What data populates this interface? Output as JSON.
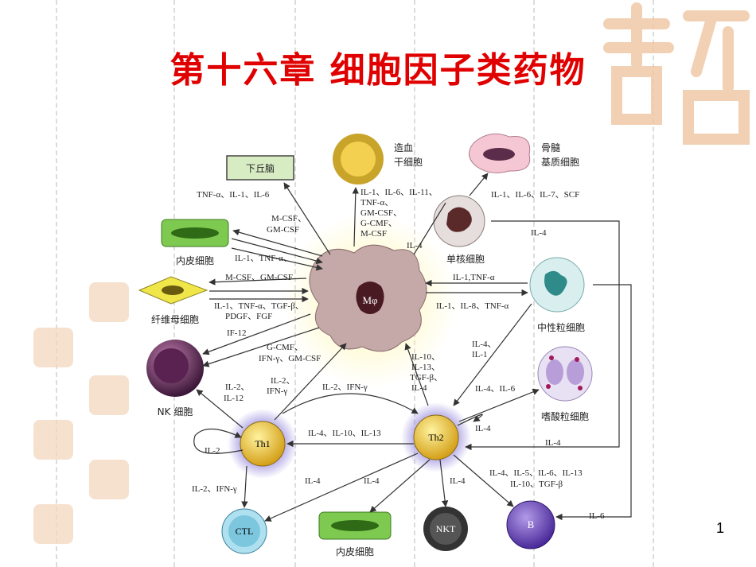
{
  "slide": {
    "title": "第十六章 细胞因子类药物",
    "page_number": "1"
  },
  "diagram": {
    "nodes": {
      "hypothalamus": "下丘脑",
      "hsc_line1": "造血",
      "hsc_line2": "干细胞",
      "bm_line1": "骨髓",
      "bm_line2": "基质细胞",
      "endothelial_top": "内皮细胞",
      "monocyte": "单核细胞",
      "macrophage": "Mφ",
      "fibroblast": "纤维母细胞",
      "neutrophil": "中性粒细胞",
      "nk": "NK 细胞",
      "eosinophil": "嗜酸粒细胞",
      "th1": "Th1",
      "th2": "Th2",
      "ctl": "CTL",
      "endothelial_bottom": "内皮细胞",
      "nkt": "NKT",
      "b": "B"
    },
    "labels": {
      "to_hypothalamus": "TNF-α、IL-1、IL-6",
      "mcsf_gmcsf_1": "M-CSF、",
      "mcsf_gmcsf_2": "GM-CSF",
      "il1_tnf_endo": "IL-1、TNF-α、",
      "hsc_1": "IL-1、IL-6、IL-11、",
      "hsc_2": "TNF-α、",
      "hsc_3": "GM-CSF、",
      "hsc_4": "G-CMF、",
      "hsc_5": "M-CSF",
      "il4_mono": "IL-4",
      "bm_factors": "IL-1、IL-6、IL-7、SCF",
      "il4_right": "IL-4",
      "fibro_mcsf": "M-CSF、GM-CSF",
      "fibro_1": "IL-1、TNF-α、TGF-β、",
      "fibro_2": "PDGF、FGF",
      "il12": "IF-12",
      "gcmf_1": "G-CMF、",
      "gcmf_2": "IFN-γ、GM-CSF",
      "il1_tnf_neu": "IL-1,TNF-α",
      "il1_il8_tnf": "IL-1、IL-8、TNF-α",
      "il4_il1_1": "IL-4、",
      "il4_il1_2": "IL-1",
      "th2_mac_1": "IL-10、",
      "th2_mac_2": "IL-13、",
      "th2_mac_3": "TGF-β、",
      "th2_mac_4": "IL-4",
      "th1_mac_1": "IL-2、",
      "th1_mac_2": "IFN-γ",
      "nk_1": "IL-2、",
      "nk_2": "IL-12",
      "th1_th2": "IL-2、IFN-γ",
      "il4_il6_eo": "IL-4、IL-6",
      "th2_self": "IL-4",
      "th2_th1": "IL-4、IL-10、IL-13",
      "il4_th2_right": "IL-4",
      "th1_self": "IL-2",
      "th1_ctl": "IL-2、IFN-γ",
      "th2_ctl": "IL-4",
      "th2_endo": "IL-4",
      "th2_nkt": "IL-4",
      "th2_b_1": "IL-4、IL-5、IL-6、IL-13",
      "th2_b_2": "IL-10、TGF-β",
      "il6_b": "IL-6"
    }
  }
}
